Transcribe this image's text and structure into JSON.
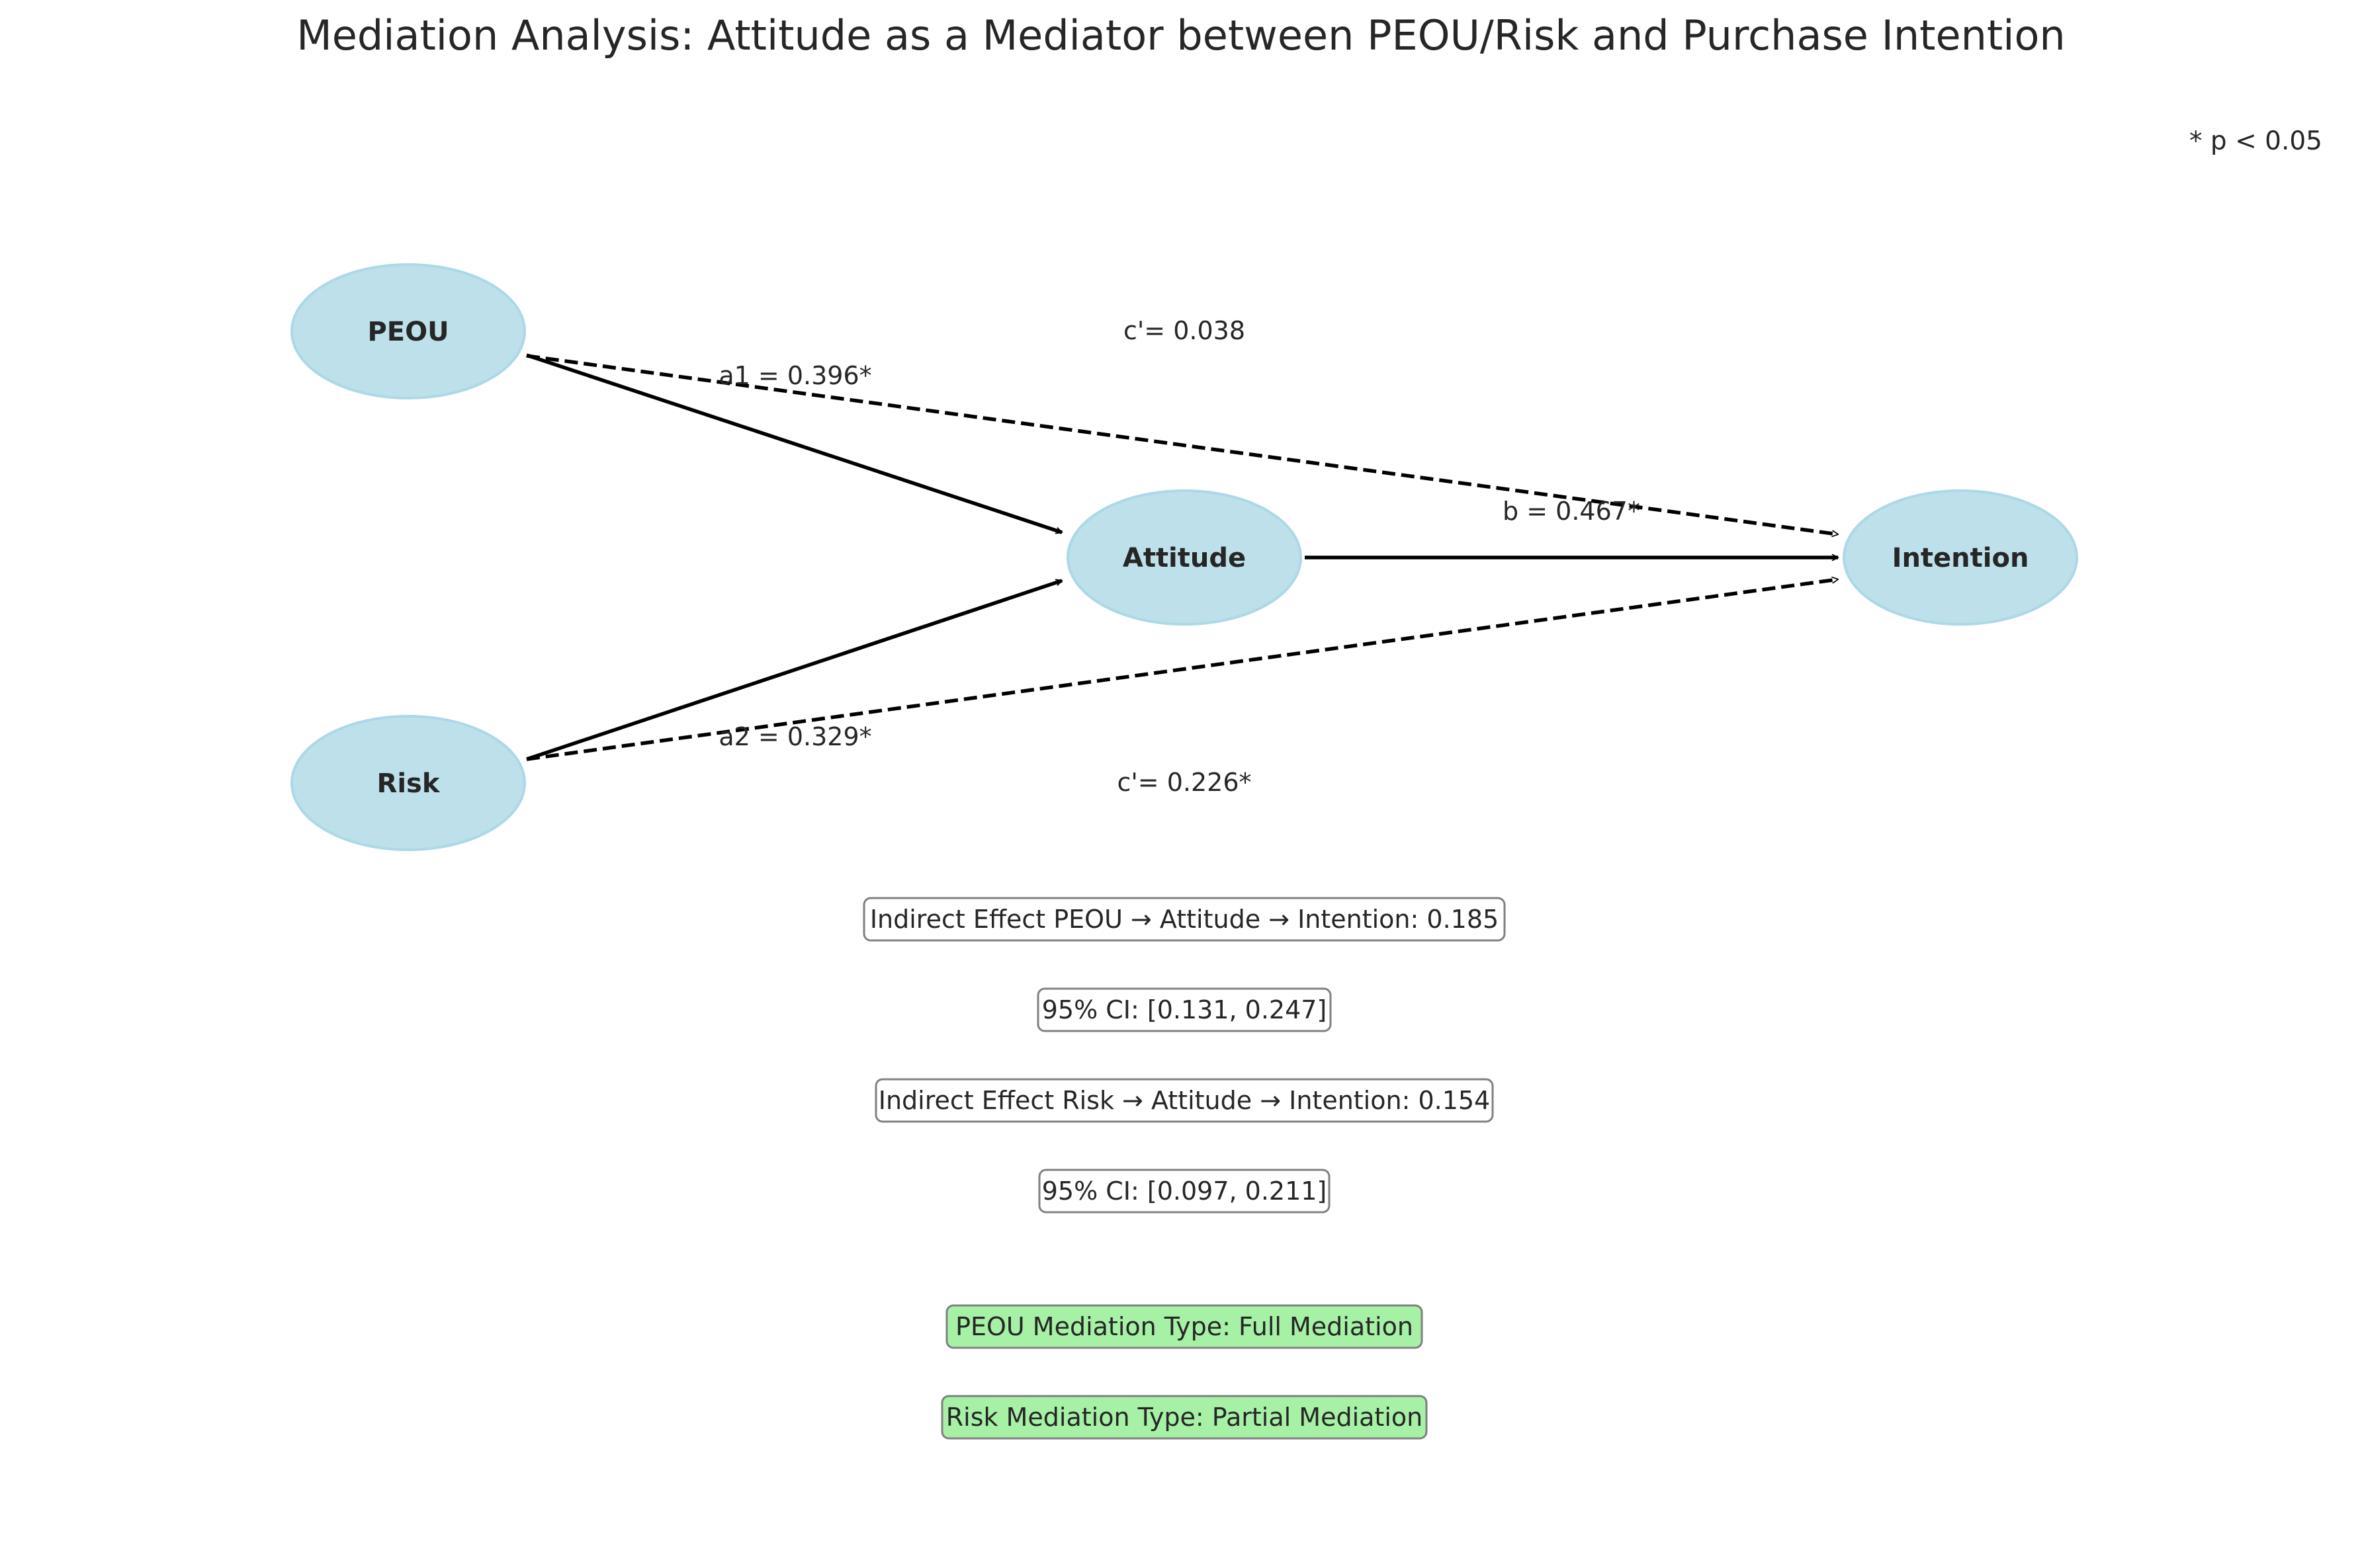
{
  "title": "Mediation Analysis: Attitude as a Mediator between PEOU/Risk and Purchase Intention",
  "significance_note": "* p < 0.05",
  "nodes": {
    "peou": "PEOU",
    "risk": "Risk",
    "attitude": "Attitude",
    "intention": "Intention"
  },
  "paths": {
    "a1": "a1 = 0.396*",
    "a2": "a2 = 0.329*",
    "b": "b = 0.467*",
    "c_prime_peou": "c'= 0.038",
    "c_prime_risk": "c'= 0.226*"
  },
  "results": {
    "indirect_peou": "Indirect Effect PEOU → Attitude → Intention: 0.185",
    "ci_peou": "95% CI: [0.131, 0.247]",
    "indirect_risk": "Indirect Effect Risk → Attitude → Intention: 0.154",
    "ci_risk": "95% CI: [0.097, 0.211]",
    "mediation_peou": "PEOU Mediation Type: Full Mediation",
    "mediation_risk": "Risk Mediation Type: Partial Mediation"
  },
  "colors": {
    "node_fill": "#add8e6",
    "mediation_box_fill": "#90ee90",
    "info_box_border": "#808080",
    "arrow": "#000000"
  }
}
